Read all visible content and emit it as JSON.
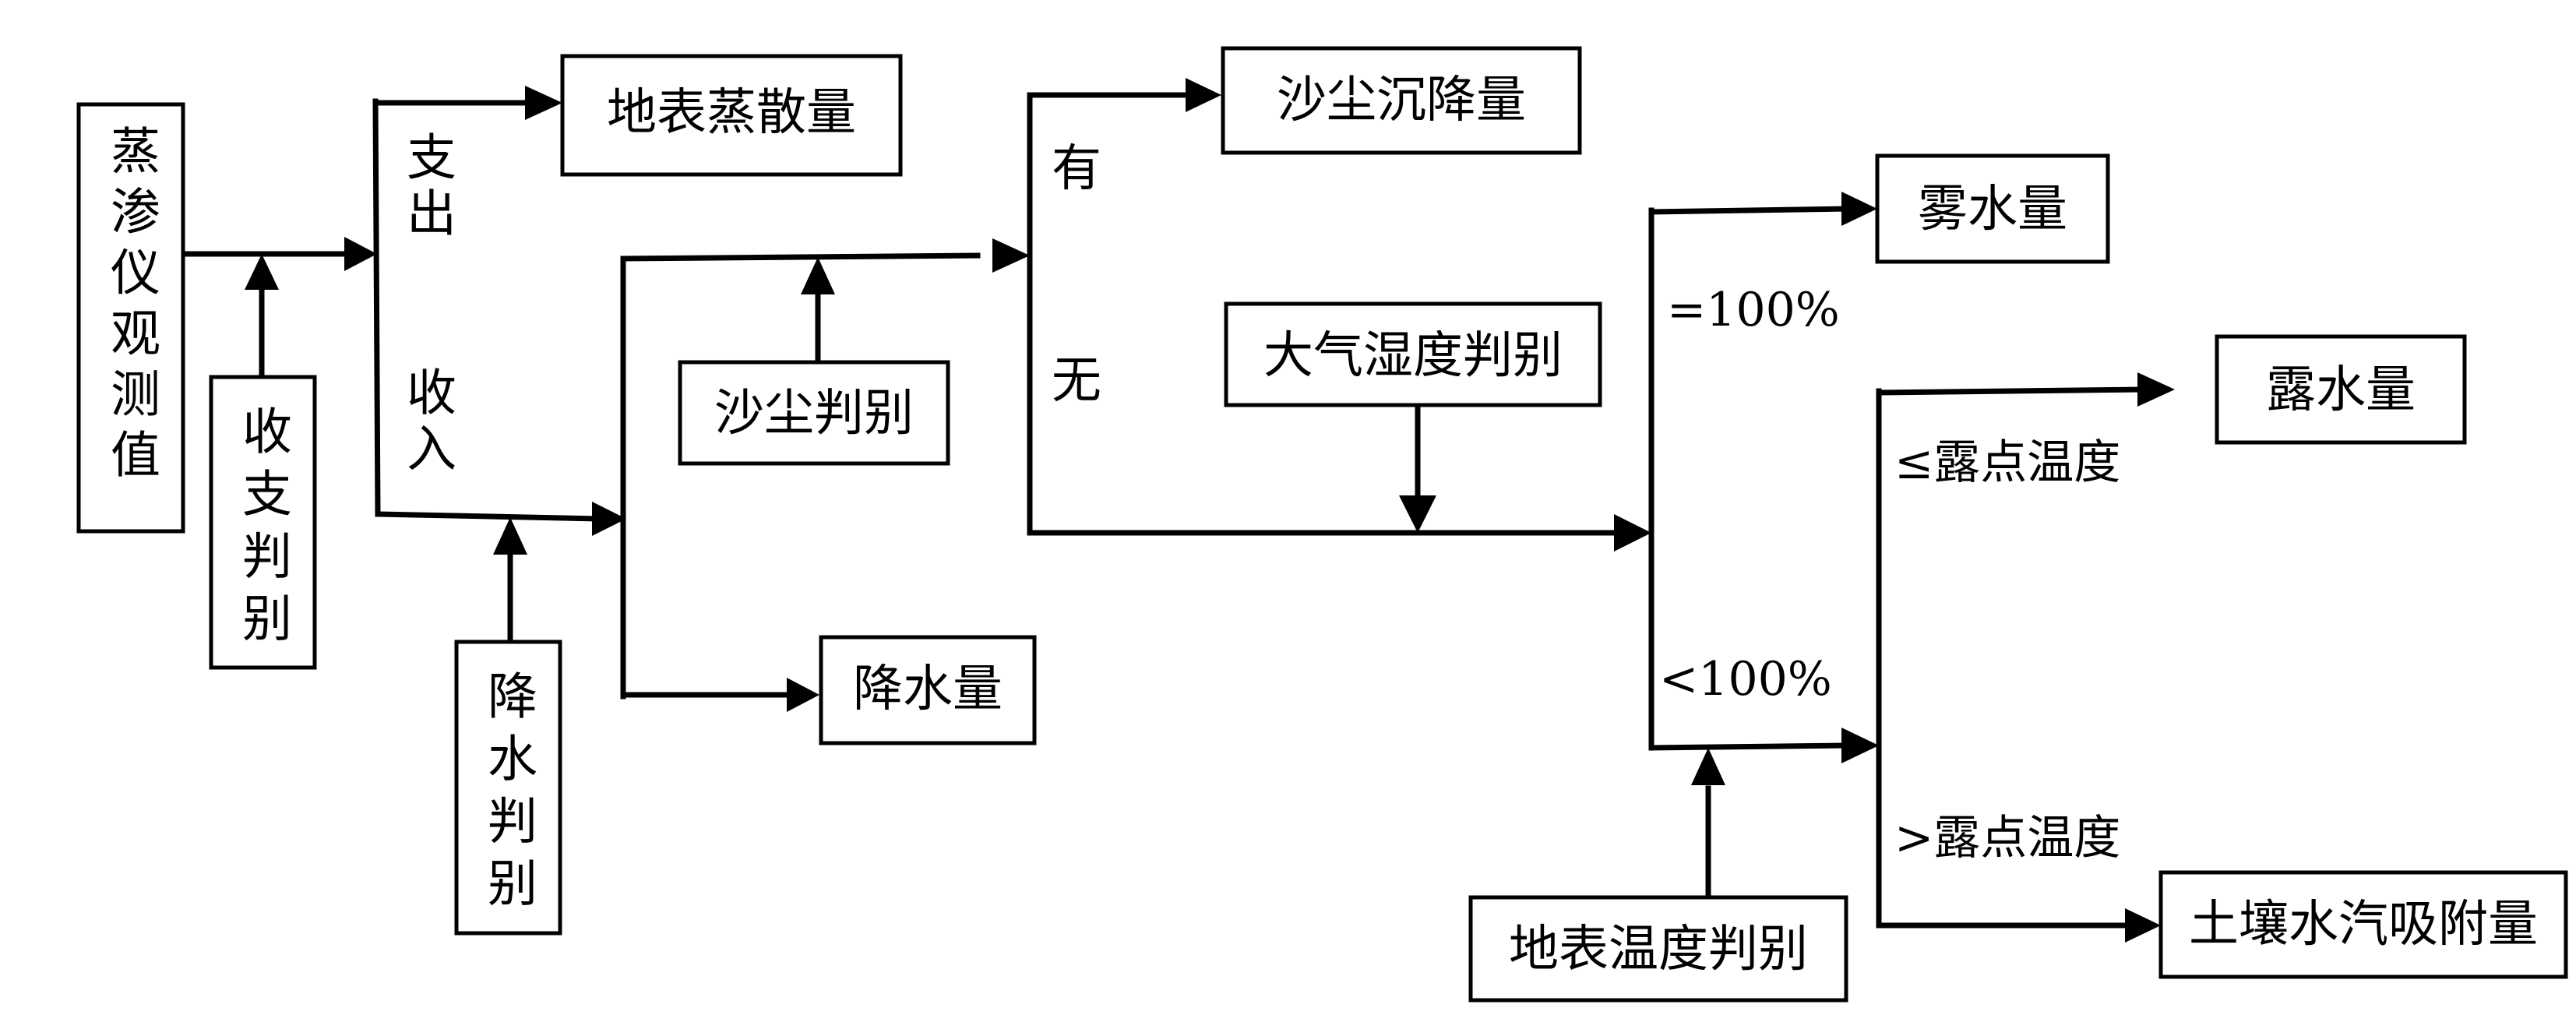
{
  "boxes": {
    "lysimeter": "蒸渗仪观测值",
    "income_expense_judgment": "收支判别",
    "precip_judgment": "降水判别",
    "evaporation": "地表蒸散量",
    "dust_judgment": "沙尘判别",
    "precipitation": "降水量",
    "dust_deposition": "沙尘沉降量",
    "humidity_judgment": "大气湿度判别",
    "fog": "雾水量",
    "dew": "露水量",
    "surface_temp_judgment": "地表温度判别",
    "soil_vapor": "土壤水汽吸附量"
  },
  "labels": {
    "expense": "支出",
    "income": "收入",
    "has": "有",
    "none": "无",
    "eq100": "=100%",
    "lt100": "<100%",
    "le_dew": "≤露点温度",
    "gt_dew": ">露点温度"
  }
}
